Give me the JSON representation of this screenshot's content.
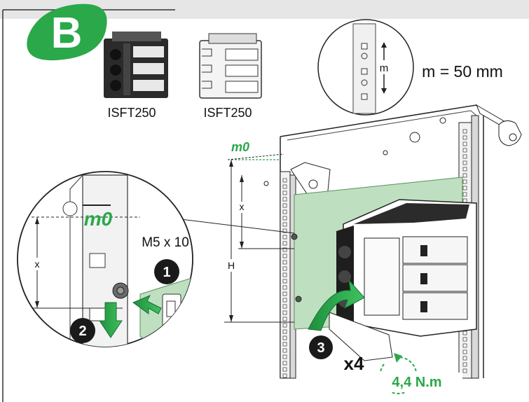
{
  "step_badge": {
    "letter": "B",
    "color": "#2aa84a"
  },
  "products": [
    {
      "label": "ISFT250"
    },
    {
      "label": "ISFT250"
    }
  ],
  "pitch_detail": {
    "dimension_symbol": "m",
    "equation": "m = 50 mm"
  },
  "zoom_detail": {
    "origin_label": "m0",
    "dimension_x": "x",
    "screw_spec": "M5 x 10",
    "step1": "1",
    "step2": "2"
  },
  "main_view": {
    "origin_label": "m0",
    "dimension_x": "x",
    "dimension_h": "H",
    "step3": "3",
    "quantity": "x4",
    "torque": "4,4 N.m"
  },
  "colors": {
    "green_accent": "#2aa84a",
    "mounting_plate": "#bfe0c0",
    "header_bar": "#e6e6e6",
    "step_circle": "#1a1a1a"
  }
}
